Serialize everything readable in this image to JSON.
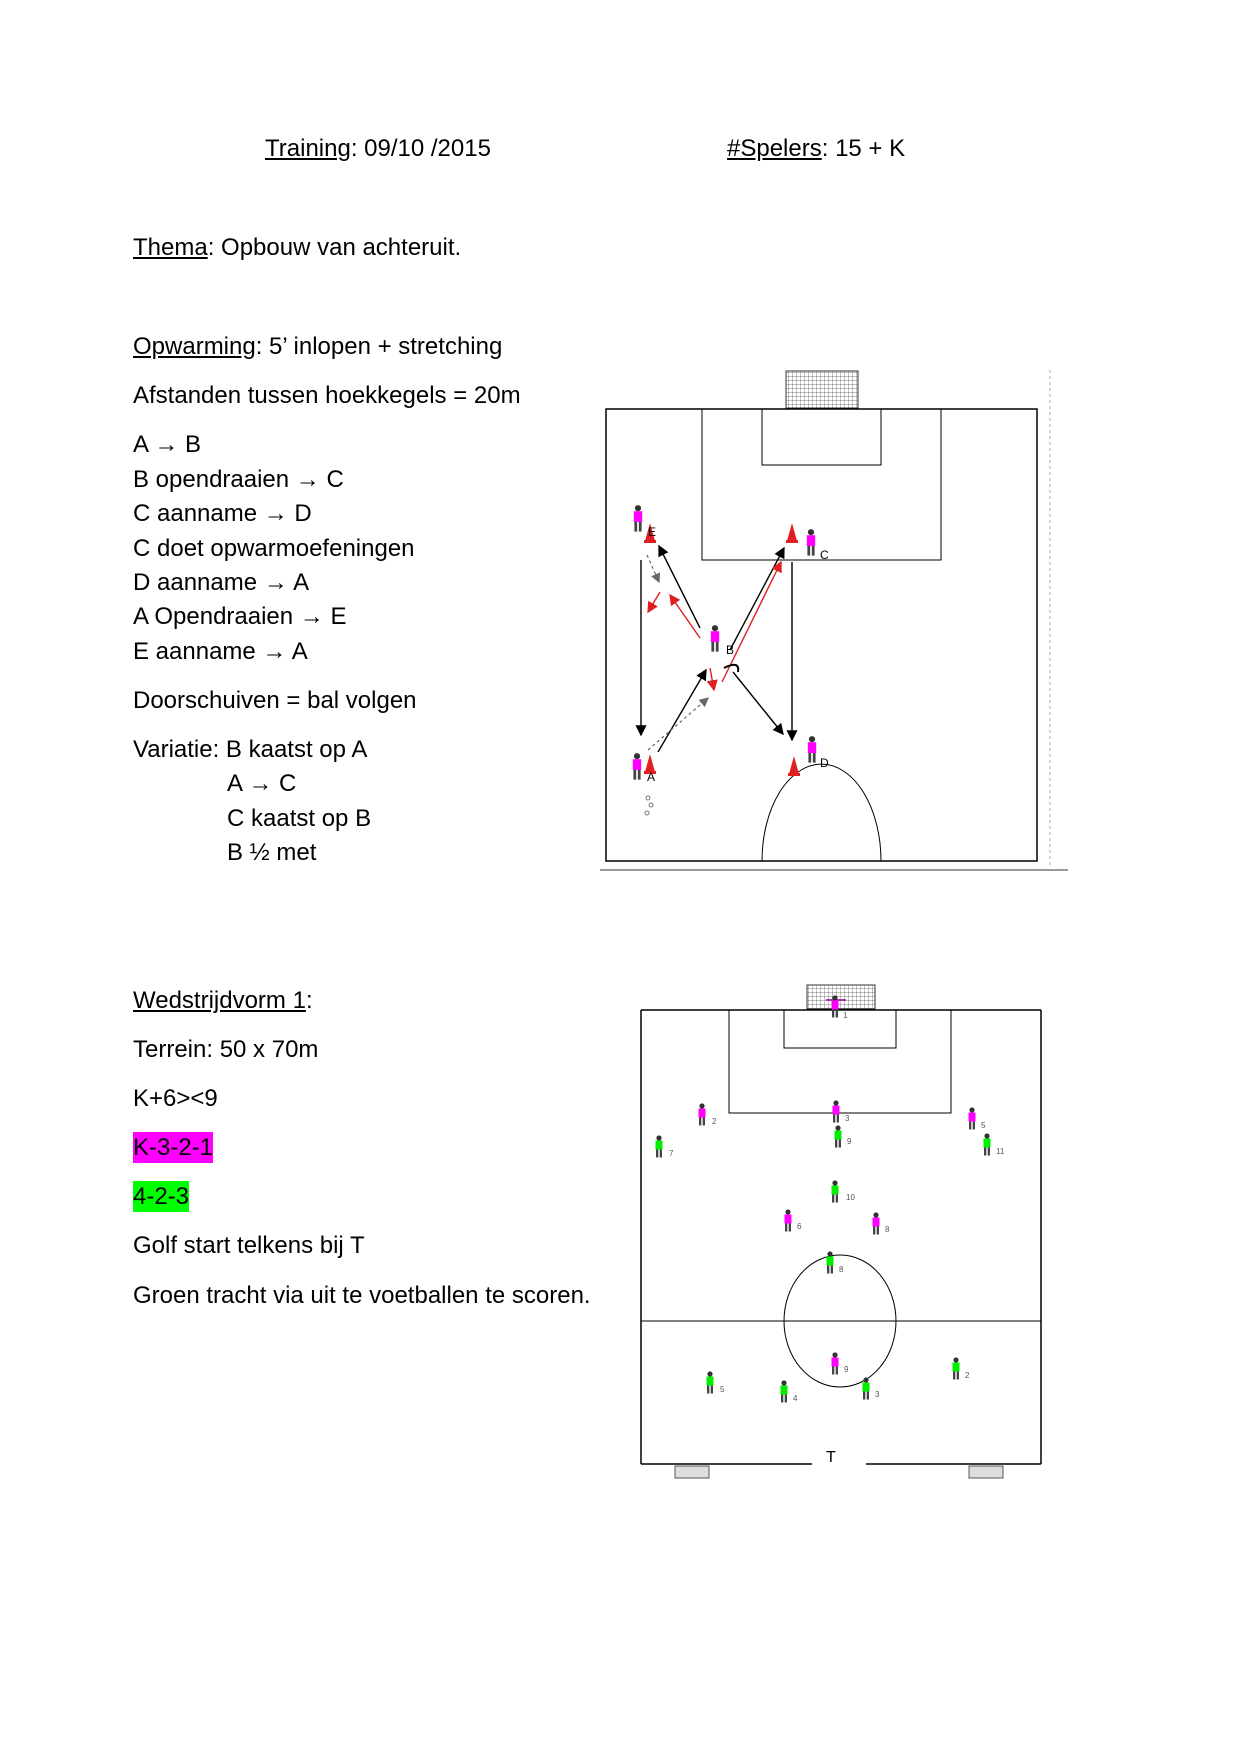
{
  "header": {
    "training_label": "Training",
    "training_value": ": 09/10 /2015",
    "spelers_label": "#Spelers",
    "spelers_value": ": 15 + K"
  },
  "thema": {
    "label": "Thema",
    "value": ": Opbouw van achteruit."
  },
  "opwarming": {
    "label": "Opwarming",
    "value": ":   5’ inlopen + stretching",
    "afstanden": "Afstanden tussen hoekkegels = 20m",
    "steps": [
      "A → B",
      "B opendraaien → C",
      "C aanname → D",
      "C doet opwarmoefeningen",
      "D aanname → A",
      "A Opendraaien → E",
      "E aanname → A"
    ],
    "doorschuiven": "Doorschuiven = bal volgen",
    "variatie_label": "Variatie: B kaatst op A",
    "variatie_steps": [
      "A → C",
      "C kaatst op B",
      "B ½ met"
    ]
  },
  "diagram1": {
    "labels": {
      "e": "E",
      "c": "C",
      "b": "B",
      "a": "A",
      "d": "D"
    }
  },
  "wedstrijdvorm": {
    "label": "Wedstrijdvorm 1",
    "colon": ":",
    "terrein": "Terrein: 50 x 70m",
    "format": "K+6><9",
    "magenta_formation": "K-3-2-1",
    "green_formation": "4-2-3",
    "golf": "Golf start telkens bij T",
    "groen": "Groen tracht via uit te voetballen te scoren."
  },
  "diagram2": {
    "keeper_number": "1",
    "magenta_numbers": [
      "2",
      "3",
      "5",
      "6",
      "8",
      "9"
    ],
    "green_numbers": [
      "9",
      "7",
      "11",
      "10",
      "8",
      "5",
      "4",
      "3",
      "2"
    ],
    "start_label": "T"
  },
  "colors": {
    "magenta": "#ff00ff",
    "green": "#00ff00",
    "cone": "#e02020",
    "arrow_red": "#e02020"
  }
}
